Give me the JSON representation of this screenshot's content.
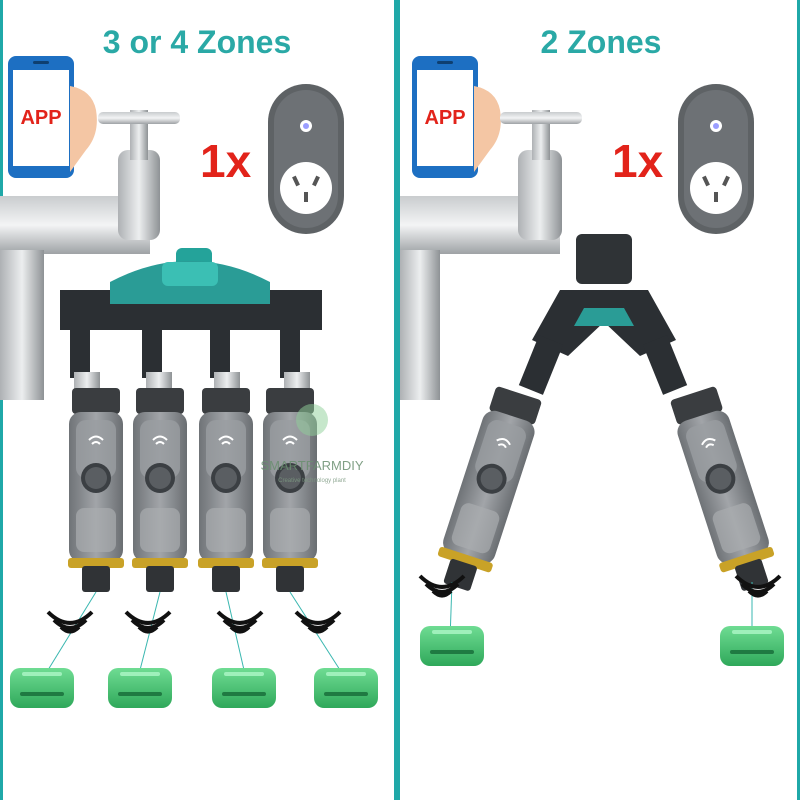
{
  "panels": [
    {
      "title": "3 or 4 Zones",
      "quantity": "1x",
      "app_label": "APP",
      "zones": 4
    },
    {
      "title": "2 Zones",
      "quantity": "1x",
      "app_label": "APP",
      "zones": 2
    }
  ],
  "watermark": {
    "brand": "SMARTFARMDIY",
    "tagline": "Creative technology plant"
  },
  "colors": {
    "accent": "#1fa8a8",
    "title": "#2aa9a6",
    "quantity": "#e2231a",
    "sensor": "#3fbf6d",
    "timer_body": "#8f9296",
    "manifold": "#2b2f33"
  }
}
